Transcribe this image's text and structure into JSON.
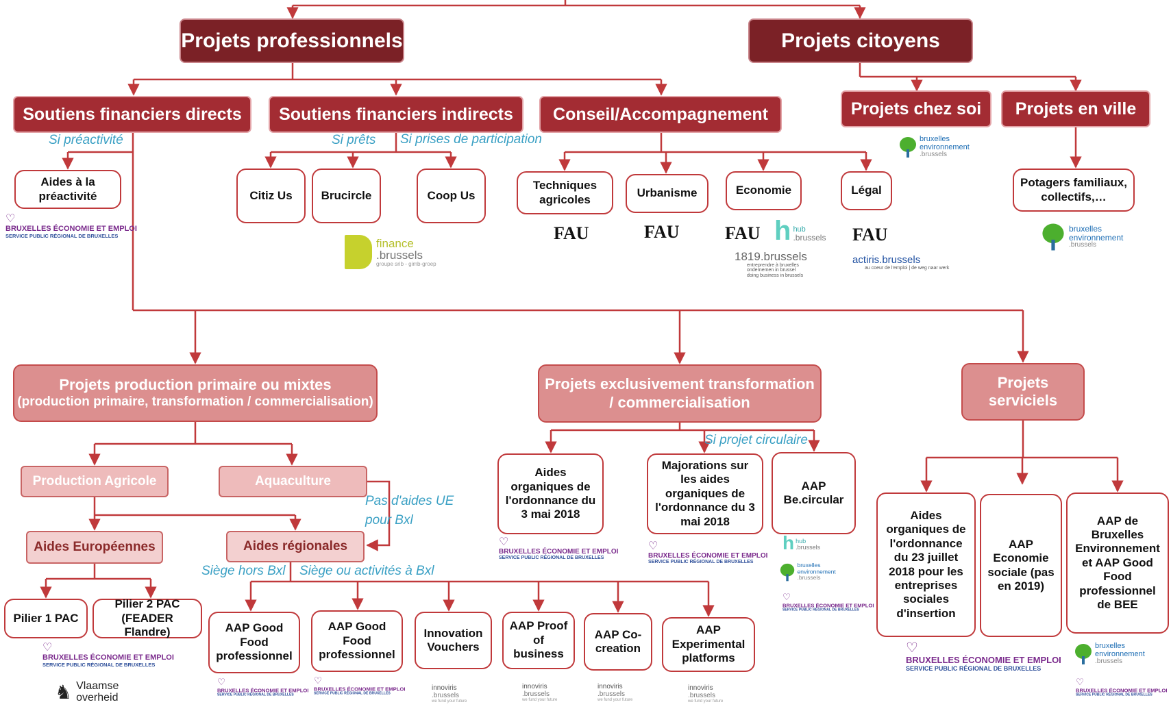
{
  "top": {
    "professionnels": "Projets professionnels",
    "citoyens": "Projets citoyens"
  },
  "pro": {
    "directs": "Soutiens financiers directs",
    "indirects": "Soutiens financiers indirects",
    "conseil": "Conseil/Accompagnement"
  },
  "cit": {
    "chez_soi": "Projets chez soi",
    "en_ville": "Projets en ville",
    "potagers": "Potagers familiaux, collectifs,…"
  },
  "conditions": {
    "preactivite": "Si préactivité",
    "prets": "Si prêts",
    "participation": "Si prises de participation",
    "circulaire": "Si projet circulaire",
    "pas_aides": "Pas d'aides UE pour Bxl",
    "siege_hors": "Siège hors Bxl",
    "siege_bxl": "Siège ou activités à Bxl"
  },
  "leaves": {
    "aides_preactivite": "Aides à la préactivité",
    "citiz": "Citiz Us",
    "brucircle": "Brucircle",
    "coop": "Coop Us",
    "techniques": "Techniques agricoles",
    "urbanisme": "Urbanisme",
    "economie": "Economie",
    "legal": "Légal"
  },
  "fau": "FAU",
  "categories": {
    "primaire": "Projets production primaire ou mixtes",
    "primaire_sub": "(production primaire, transformation / commercialisation)",
    "exclusivement": "Projets exclusivement transformation / commercialisation",
    "serviciels": "Projets serviciels"
  },
  "primaire": {
    "agricole": "Production Agricole",
    "aquaculture": "Aquaculture",
    "europeennes": "Aides Européennes",
    "regionales": "Aides régionales",
    "pilier1": "Pilier 1 PAC",
    "pilier2": "Pilier 2 PAC (FEADER Flandre)",
    "aap_good_food_1": "AAP Good Food professionnel",
    "aap_good_food_2": "AAP Good Food professionnel",
    "innovation": "Innovation Vouchers",
    "proof": "AAP Proof of business",
    "cocreation": "AAP Co-creation",
    "experimental": "AAP Experimental platforms"
  },
  "excl": {
    "aides_organiques": "Aides organiques de l'ordonnance du 3 mai 2018",
    "majorations": "Majorations sur les aides organiques de l'ordonnance du 3 mai 2018",
    "be_circular": "AAP Be.circular"
  },
  "serv": {
    "aides_insertion": "Aides organiques de l'ordonnance du 23 juillet 2018 pour les entreprises sociales d'insertion",
    "economie_sociale": "AAP Economie sociale (pas en 2019)",
    "bee": "AAP de Bruxelles Environnement et AAP Good Food professionnel de BEE"
  },
  "logos": {
    "bee_name": "BRUXELLES ÉCONOMIE ET EMPLOI",
    "bee_sub": "SERVICE PUBLIC RÉGIONAL DE BRUXELLES",
    "env_line1": "bruxelles",
    "env_line2": "environnement",
    "env_line3": ".brussels",
    "finance_line1": "finance",
    "finance_line2": ".brussels",
    "finance_sub": "groupe srib - gimb-groep",
    "hub_line1": "hub",
    "hub_line2": ".brussels",
    "b1819": "1819.brussels",
    "b1819_sub1": "entreprendre à bruxelles",
    "b1819_sub2": "ondernemen in brussel",
    "b1819_sub3": "doing business in brussels",
    "actiris": "actiris.brussels",
    "actiris_sub": "au coeur de l'emploi | de weg naar werk",
    "innoviris_line1": "innoviris",
    "innoviris_line2": ".brussels",
    "innoviris_sub": "we fund your future",
    "vlaamse_line1": "Vlaamse",
    "vlaamse_line2": "overheid"
  },
  "colors": {
    "dark": "#7b2126",
    "maroon": "#a32c33",
    "connector": "#c0393b",
    "condition": "#3aa0c4"
  }
}
